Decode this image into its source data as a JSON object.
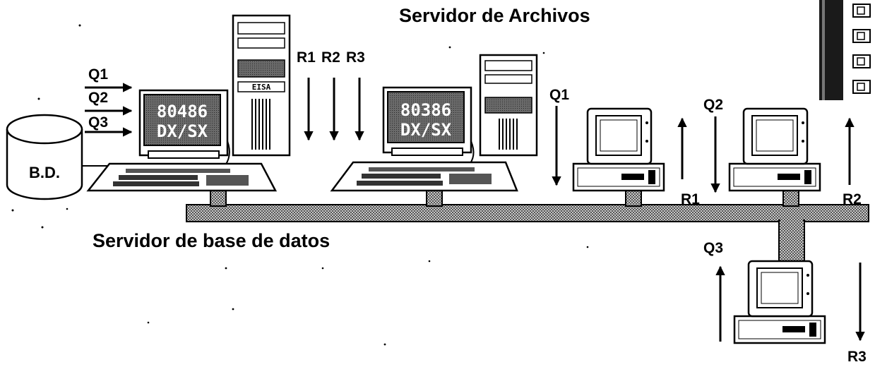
{
  "titles": {
    "file_server": "Servidor de Archivos",
    "db_server": "Servidor de base de datos"
  },
  "database": {
    "label": "B.D."
  },
  "db_server_pc": {
    "screen_line1": "80486",
    "screen_line2": "DX/SX",
    "tower_badge": "EISA"
  },
  "file_server_pc": {
    "screen_line1": "80386",
    "screen_line2": "DX/SX"
  },
  "queries": {
    "q1": "Q1",
    "q2": "Q2",
    "q3": "Q3"
  },
  "responses": {
    "r1": "R1",
    "r2": "R2",
    "r3": "R3"
  },
  "colors": {
    "network_bus": "#9a9a9a",
    "screen": "#5a5a5a",
    "ink": "#000000"
  }
}
